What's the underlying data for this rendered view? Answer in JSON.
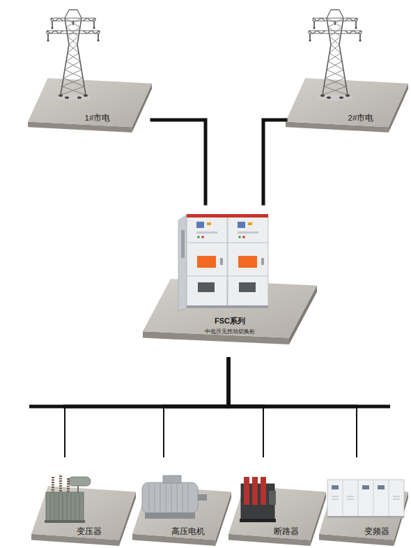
{
  "diagram": {
    "nodes": [
      {
        "text": [
          "1#市电"
        ]
      },
      {
        "text": [
          "2#市电"
        ]
      },
      {
        "text": [
          "FSC系列",
          "中低压无扰动切换柜"
        ]
      },
      {
        "text": [
          "变压器"
        ]
      },
      {
        "text": [
          "高压电机"
        ]
      },
      {
        "text": [
          "断路器"
        ]
      },
      {
        "text": [
          "变频器"
        ]
      }
    ],
    "edges": [
      {
        "from": 0,
        "to": 2,
        "arrow": "none"
      },
      {
        "from": 1,
        "to": 2,
        "arrow": "none"
      },
      {
        "from": 2,
        "to": 3,
        "arrow": "none"
      },
      {
        "from": 2,
        "to": 4,
        "arrow": "none"
      },
      {
        "from": 2,
        "to": 5,
        "arrow": "none"
      },
      {
        "from": 2,
        "to": 6,
        "arrow": "none"
      }
    ]
  }
}
